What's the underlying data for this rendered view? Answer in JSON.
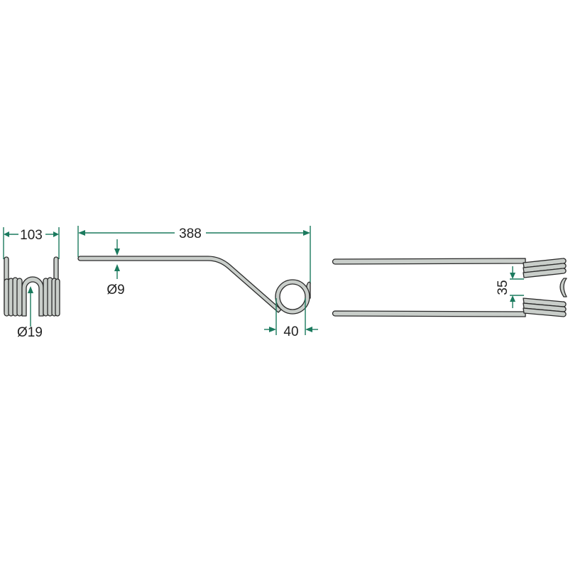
{
  "drawing": {
    "side_view": {
      "width_label": "103",
      "coil_diameter_label": "Ø19"
    },
    "front_view": {
      "length_label": "388",
      "wire_diameter_label": "Ø9",
      "loop_width_label": "40"
    },
    "top_view": {
      "tine_spacing_label": "35"
    }
  },
  "colors": {
    "dimension": "#1b7a5e",
    "part_fill": "#c9ceca",
    "outline": "#2a2a2a"
  }
}
